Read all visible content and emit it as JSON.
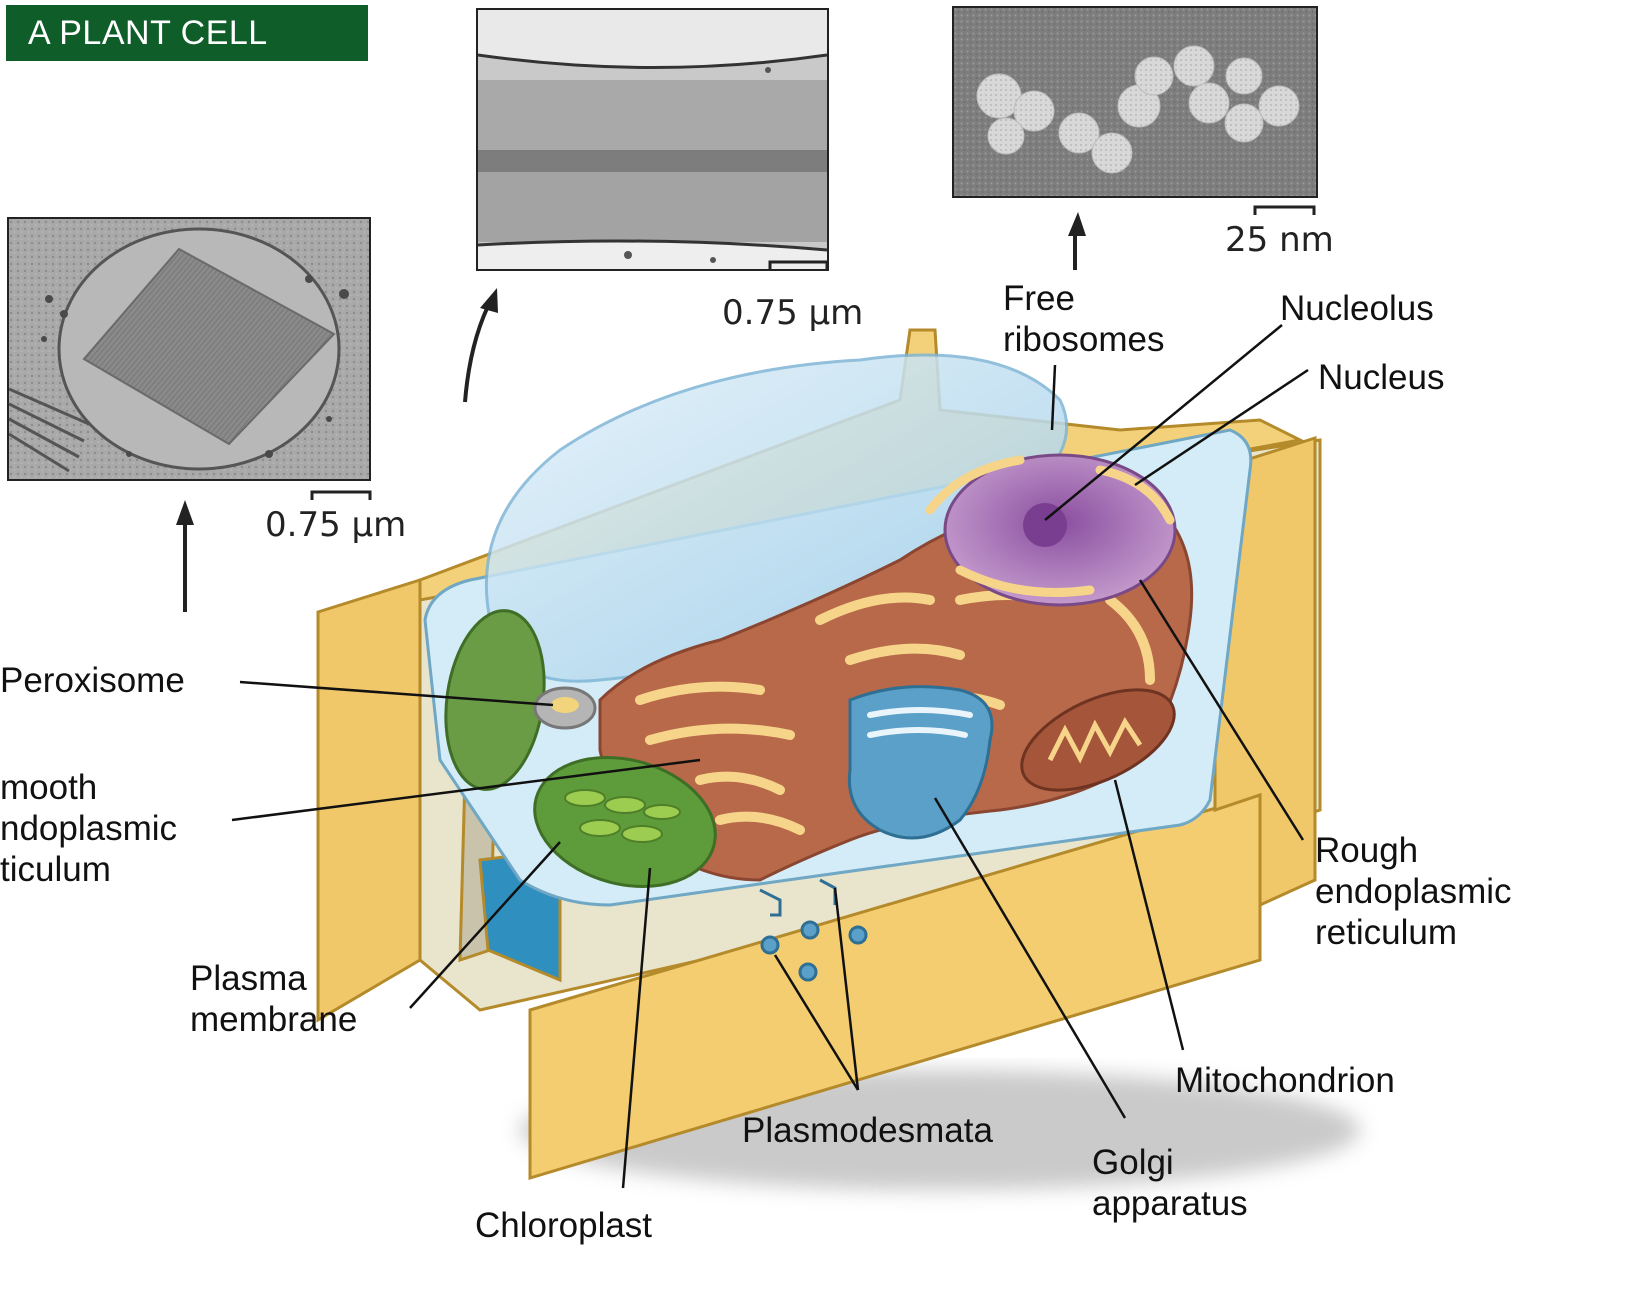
{
  "title": "A PLANT CELL",
  "scale_bars": {
    "peroxisome": "0.75 µm",
    "vacuole": "0.75 µm",
    "ribosomes": "25 nm"
  },
  "labels": {
    "peroxisome": "Peroxisome",
    "smooth_er": "mooth\nndoplasmic\nticulum",
    "plasma_membrane": "Plasma\nmembrane",
    "chloroplast": "Chloroplast",
    "plasmodesmata": "Plasmodesmata",
    "golgi": "Golgi\napparatus",
    "mitochondrion": "Mitochondrion",
    "rough_er": "Rough\nendoplasmic\nreticulum",
    "nucleus": "Nucleus",
    "nucleolus": "Nucleolus",
    "free_ribosomes": "Free\nribosomes"
  },
  "colors": {
    "banner": "#0f5e2a",
    "cell_wall": "#f2c96a",
    "vacuole": "#bfe0f2",
    "cytoplasm": "#d6eef7",
    "rough_er": "#b8694a",
    "chloroplast": "#5e9b3a",
    "golgi": "#5aa0c8",
    "nucleus": "#b07ab8",
    "mitochondrion": "#a5553a"
  }
}
